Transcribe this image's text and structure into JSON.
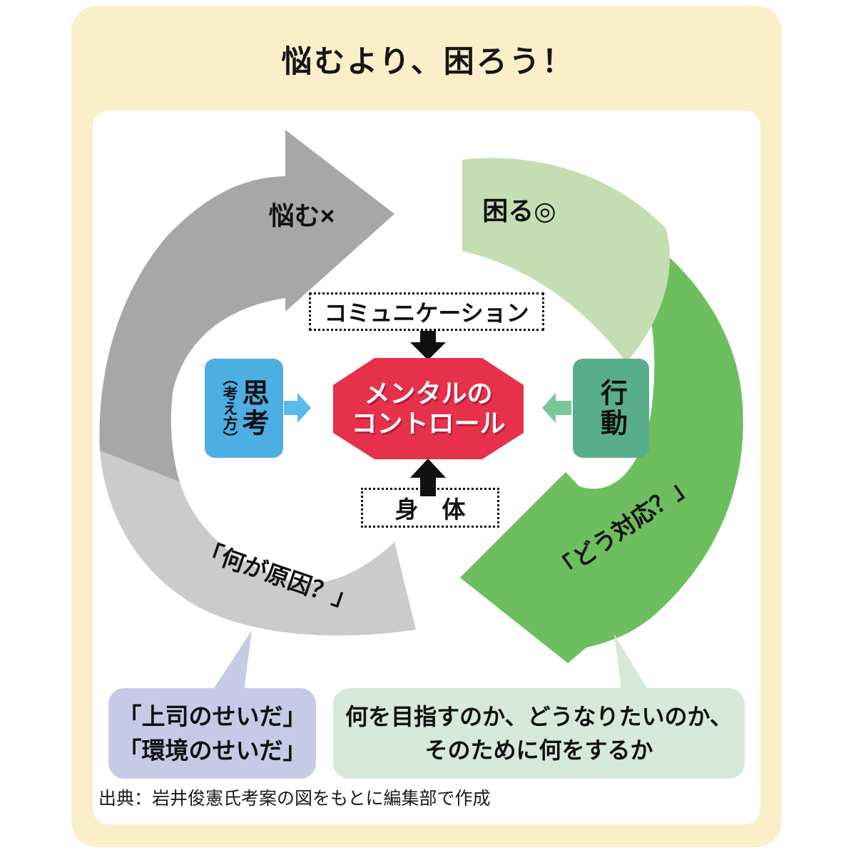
{
  "title": "悩むより、困ろう！",
  "diagram": {
    "worry_label": "悩む×",
    "trouble_label": "困る◎",
    "cause_question": "「何が原因？」",
    "respond_question": "「どう対応？」",
    "communication_label": "コミュニケーション",
    "body_label": "身　体",
    "center": {
      "line1": "メンタルの",
      "line2": "コントロール"
    },
    "thinking": {
      "main": "思考",
      "annotation": "（考え方）"
    },
    "action_label": "行動"
  },
  "callouts": {
    "blame": {
      "line1": "「上司のせいだ」",
      "line2": "「環境のせいだ」"
    },
    "goal": {
      "line1": "何を目指すのか、どうなりたいのか、",
      "line2": "そのために何をするか"
    }
  },
  "source_note": "出典：岩井俊憲氏考案の図をもとに編集部で作成",
  "colors": {
    "background": "#FBEFC9",
    "panel": "#FFFFFF",
    "worry_arrow_dark": "#A7A7A7",
    "worry_arrow_light": "#CBCBCB",
    "trouble_arrow_light": "#C5DDB3",
    "trouble_arrow_dark": "#6CBE5F",
    "center_octagon": "#E7304A",
    "connector_arrow": "#111111",
    "thinking_box": "#4DAEE3",
    "thinking_arrow": "#5BBAEB",
    "action_box": "#58AE8C",
    "action_arrow": "#79C796",
    "blame_bubble": "#C7CAE6",
    "goal_bubble": "#D7E9D8"
  }
}
